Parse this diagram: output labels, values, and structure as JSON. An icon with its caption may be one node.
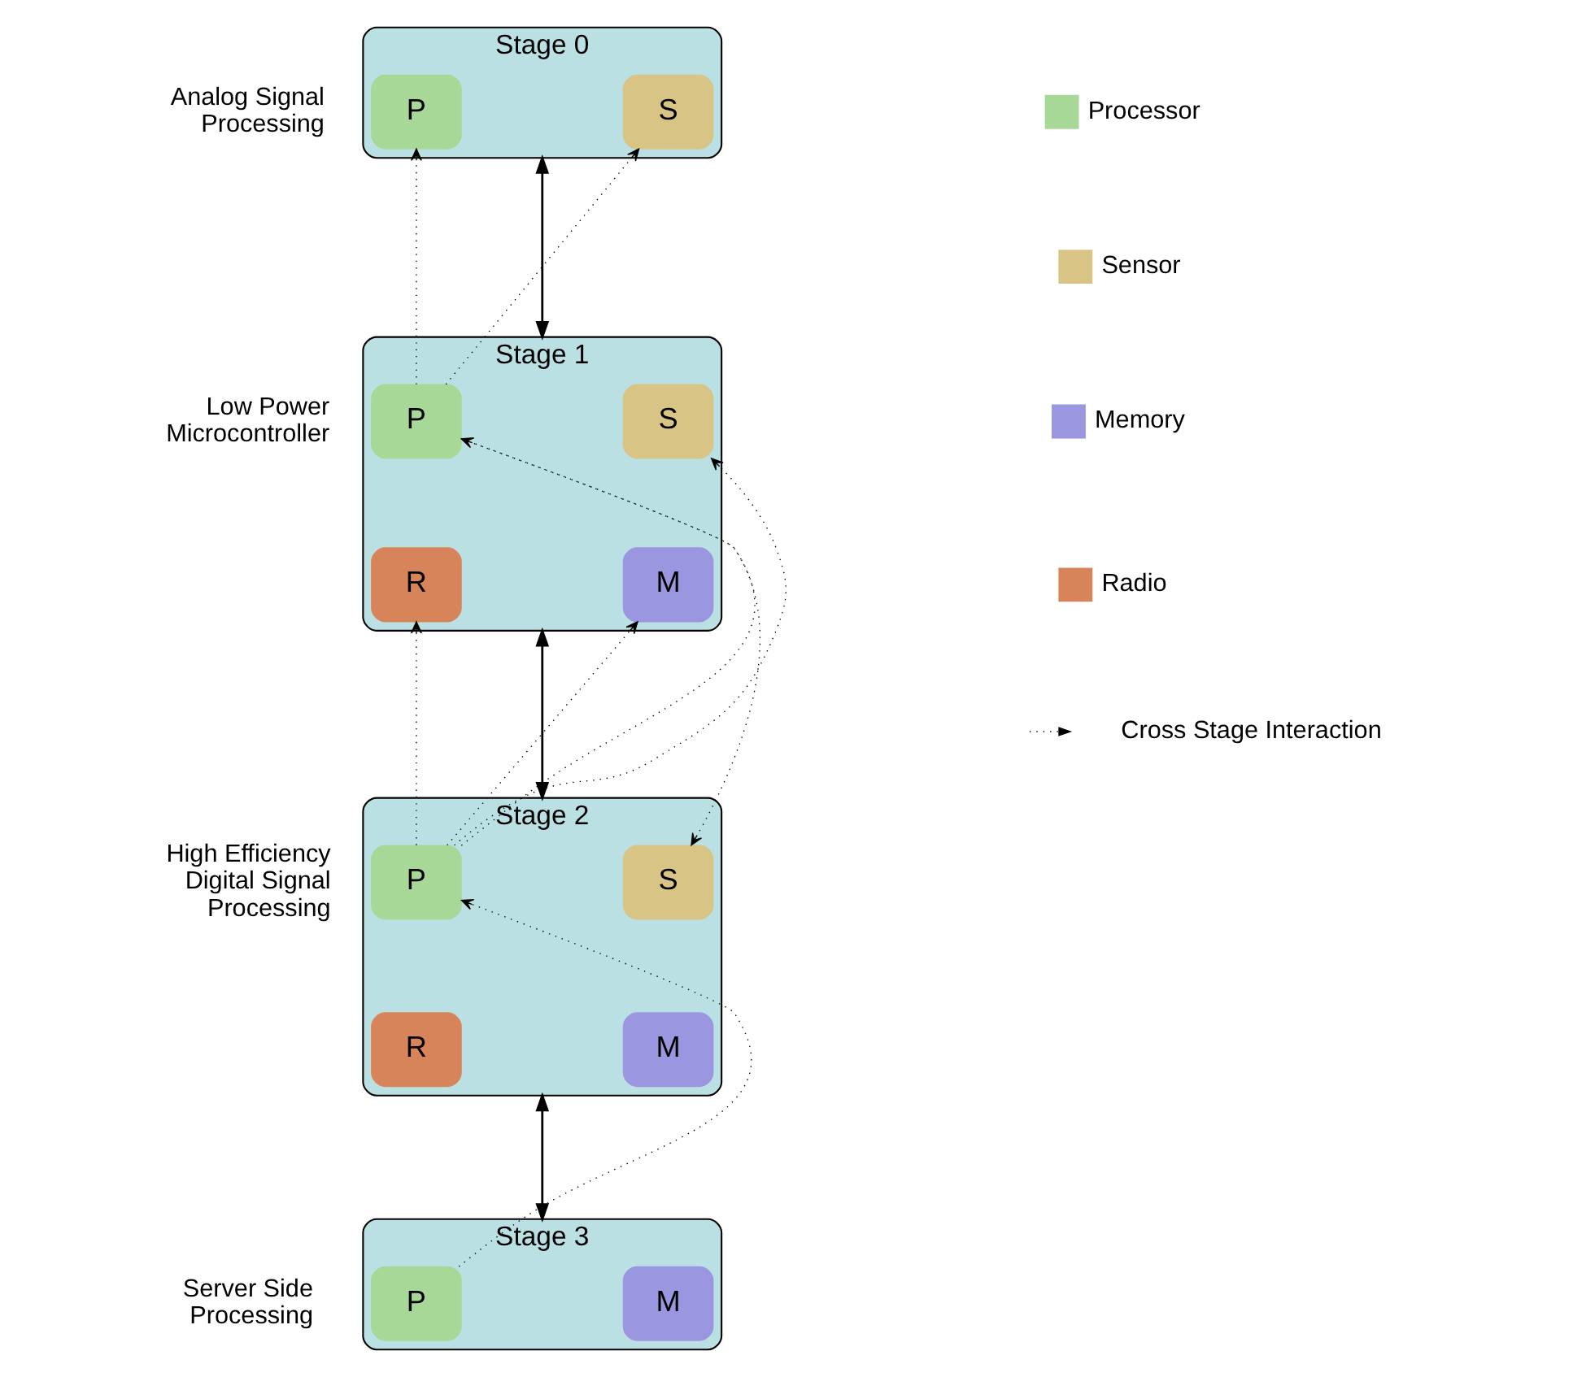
{
  "diagram": {
    "nodes": [
      {
        "text": [
          "Stage 0"
        ],
        "beside": [
          "Analog Signal Processing"
        ]
      },
      {
        "text": [
          "P"
        ],
        "in": 0
      },
      {
        "text": [
          "S"
        ],
        "in": 0
      },
      {
        "text": [
          "Stage 1"
        ],
        "beside": [
          "Low Power Microcontroller"
        ]
      },
      {
        "text": [
          "P"
        ],
        "in": 3
      },
      {
        "text": [
          "S"
        ],
        "in": 3
      },
      {
        "text": [
          "R"
        ],
        "in": 3
      },
      {
        "text": [
          "M"
        ],
        "in": 3
      },
      {
        "text": [
          "Stage 2"
        ],
        "beside": [
          "High Efficiency Digital Signal Processing"
        ]
      },
      {
        "text": [
          "P"
        ],
        "in": 8
      },
      {
        "text": [
          "S"
        ],
        "in": 8
      },
      {
        "text": [
          "R"
        ],
        "in": 8
      },
      {
        "text": [
          "M"
        ],
        "in": 8
      },
      {
        "text": [
          "Stage 3"
        ],
        "beside": [
          "Server Side Processing"
        ]
      },
      {
        "text": [
          "P"
        ],
        "in": 13
      },
      {
        "text": [
          "M"
        ],
        "in": 13
      }
    ],
    "edges": [
      {
        "from": 0,
        "to": 3,
        "arrow": "both"
      },
      {
        "from": 3,
        "to": 8,
        "arrow": "both"
      },
      {
        "from": 8,
        "to": 13,
        "arrow": "both"
      },
      {
        "from": 4,
        "to": 1,
        "arrow": "to",
        "style": "dashed"
      },
      {
        "from": 4,
        "to": 2,
        "arrow": "to",
        "style": "dashed"
      },
      {
        "from": 9,
        "to": 6,
        "arrow": "to",
        "style": "dashed"
      },
      {
        "from": 9,
        "to": 4,
        "arrow": "to",
        "style": "dashed"
      },
      {
        "from": 9,
        "to": 5,
        "arrow": "to",
        "style": "dashed"
      },
      {
        "from": 9,
        "to": 7,
        "arrow": "to",
        "style": "dashed"
      },
      {
        "from": 4,
        "to": 10,
        "arrow": "to",
        "style": "dashed"
      },
      {
        "from": 14,
        "to": 9,
        "arrow": "to",
        "style": "dashed"
      }
    ],
    "legend": [
      {
        "text": "Processor",
        "color": "#a8d898"
      },
      {
        "text": "Sensor",
        "color": "#d8c484"
      },
      {
        "text": "Memory",
        "color": "#9a96e0"
      },
      {
        "text": "Radio",
        "color": "#d8845a"
      },
      {
        "text": "Cross Stage Interaction"
      }
    ]
  }
}
